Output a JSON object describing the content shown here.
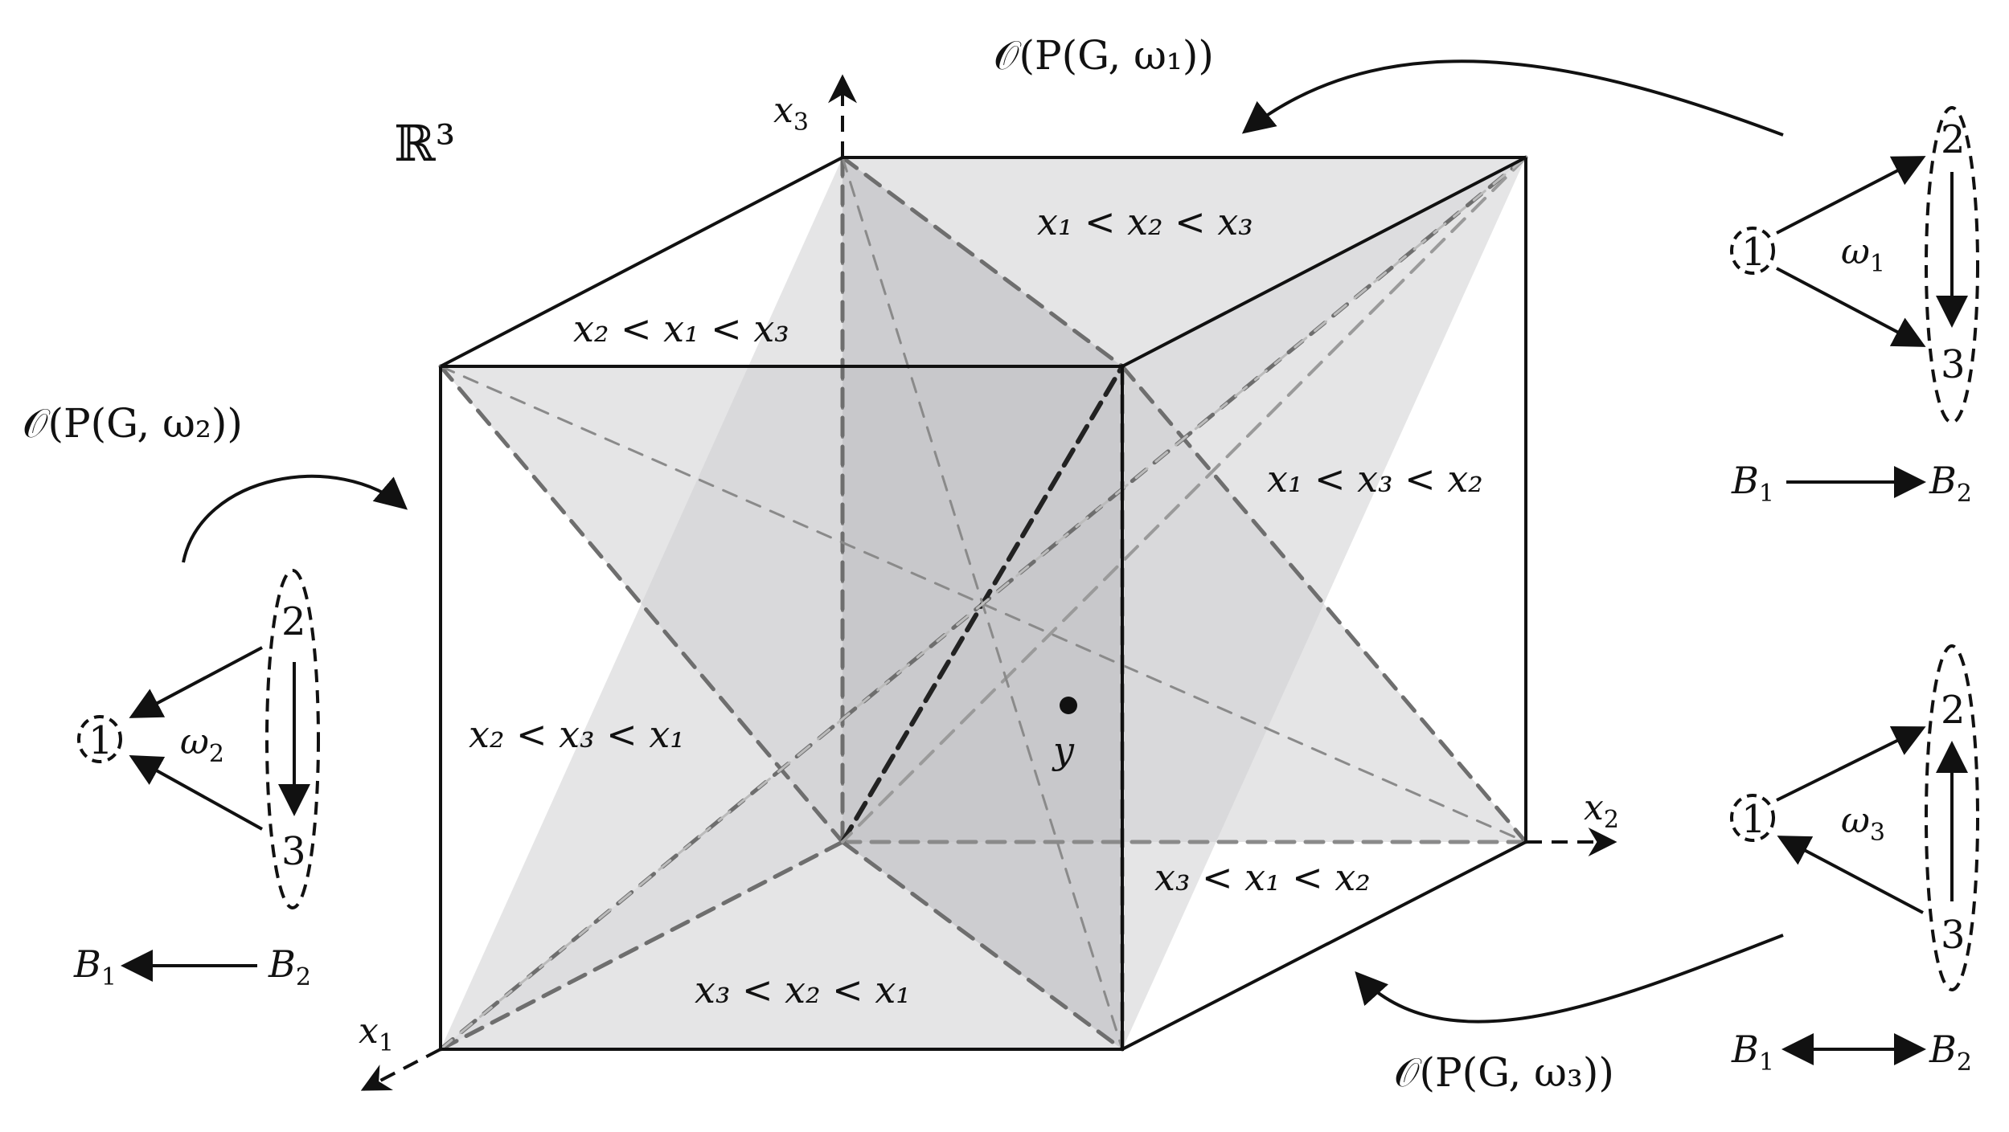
{
  "space_label": "ℝ³",
  "axes": {
    "x1": "x",
    "x2": "x",
    "x3": "x",
    "x1_sub": "1",
    "x2_sub": "2",
    "x3_sub": "3"
  },
  "regions": {
    "r123": "x₁ < x₂ < x₃",
    "r213": "x₂ < x₁ < x₃",
    "r132": "x₁ < x₃ < x₂",
    "r231": "x₂ < x₃ < x₁",
    "r312": "x₃ < x₁ < x₂",
    "r321": "x₃ < x₂ < x₁"
  },
  "point_label": "y",
  "orbits": {
    "w1": "𝒪(P(G, ω₁))",
    "w2": "𝒪(P(G, ω₂))",
    "w3": "𝒪(P(G, ω₃))"
  },
  "graphs": {
    "g1": {
      "node1": "1",
      "node2": "2",
      "node3": "3",
      "omega": "ω",
      "omega_sub": "1",
      "b_left": "B",
      "b_right": "B",
      "b_left_sub": "1",
      "b_right_sub": "2"
    },
    "g2": {
      "node1": "1",
      "node2": "2",
      "node3": "3",
      "omega": "ω",
      "omega_sub": "2",
      "b_left": "B",
      "b_right": "B",
      "b_left_sub": "1",
      "b_right_sub": "2"
    },
    "g3": {
      "node1": "1",
      "node2": "2",
      "node3": "3",
      "omega": "ω",
      "omega_sub": "3",
      "b_left": "B",
      "b_right": "B",
      "b_left_sub": "1",
      "b_right_sub": "2"
    }
  },
  "colors": {
    "fill": "#d0d0d2",
    "dash": "#6e6e6e",
    "line": "#111111"
  }
}
